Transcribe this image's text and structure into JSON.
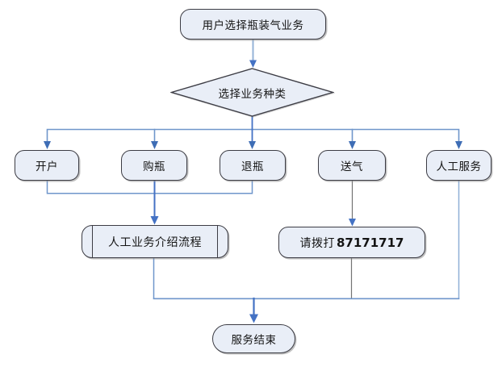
{
  "flowchart": {
    "start": {
      "type": "terminator",
      "label": "用户选择瓶装气业务"
    },
    "decision": {
      "type": "decision",
      "label": "选择业务种类"
    },
    "branches": [
      {
        "label": "开户"
      },
      {
        "label": "购瓶"
      },
      {
        "label": "退瓶"
      },
      {
        "label": "送气"
      },
      {
        "label": "人工服务"
      }
    ],
    "intro": {
      "type": "predefined-process",
      "label": "人工业务介绍流程"
    },
    "call": {
      "type": "process",
      "prefix": "请拨打",
      "phone": "87171717"
    },
    "end": {
      "type": "terminator",
      "label": "服务结束"
    },
    "colors": {
      "node_fill": "#e9eef7",
      "node_border": "#3c3c44",
      "arrow_strong": "#4472c4",
      "arrowhead": "#3e6db5",
      "line_blue": "#6f96cb",
      "line_light_blue": "#95b3d7",
      "line_gray": "#737373"
    }
  }
}
